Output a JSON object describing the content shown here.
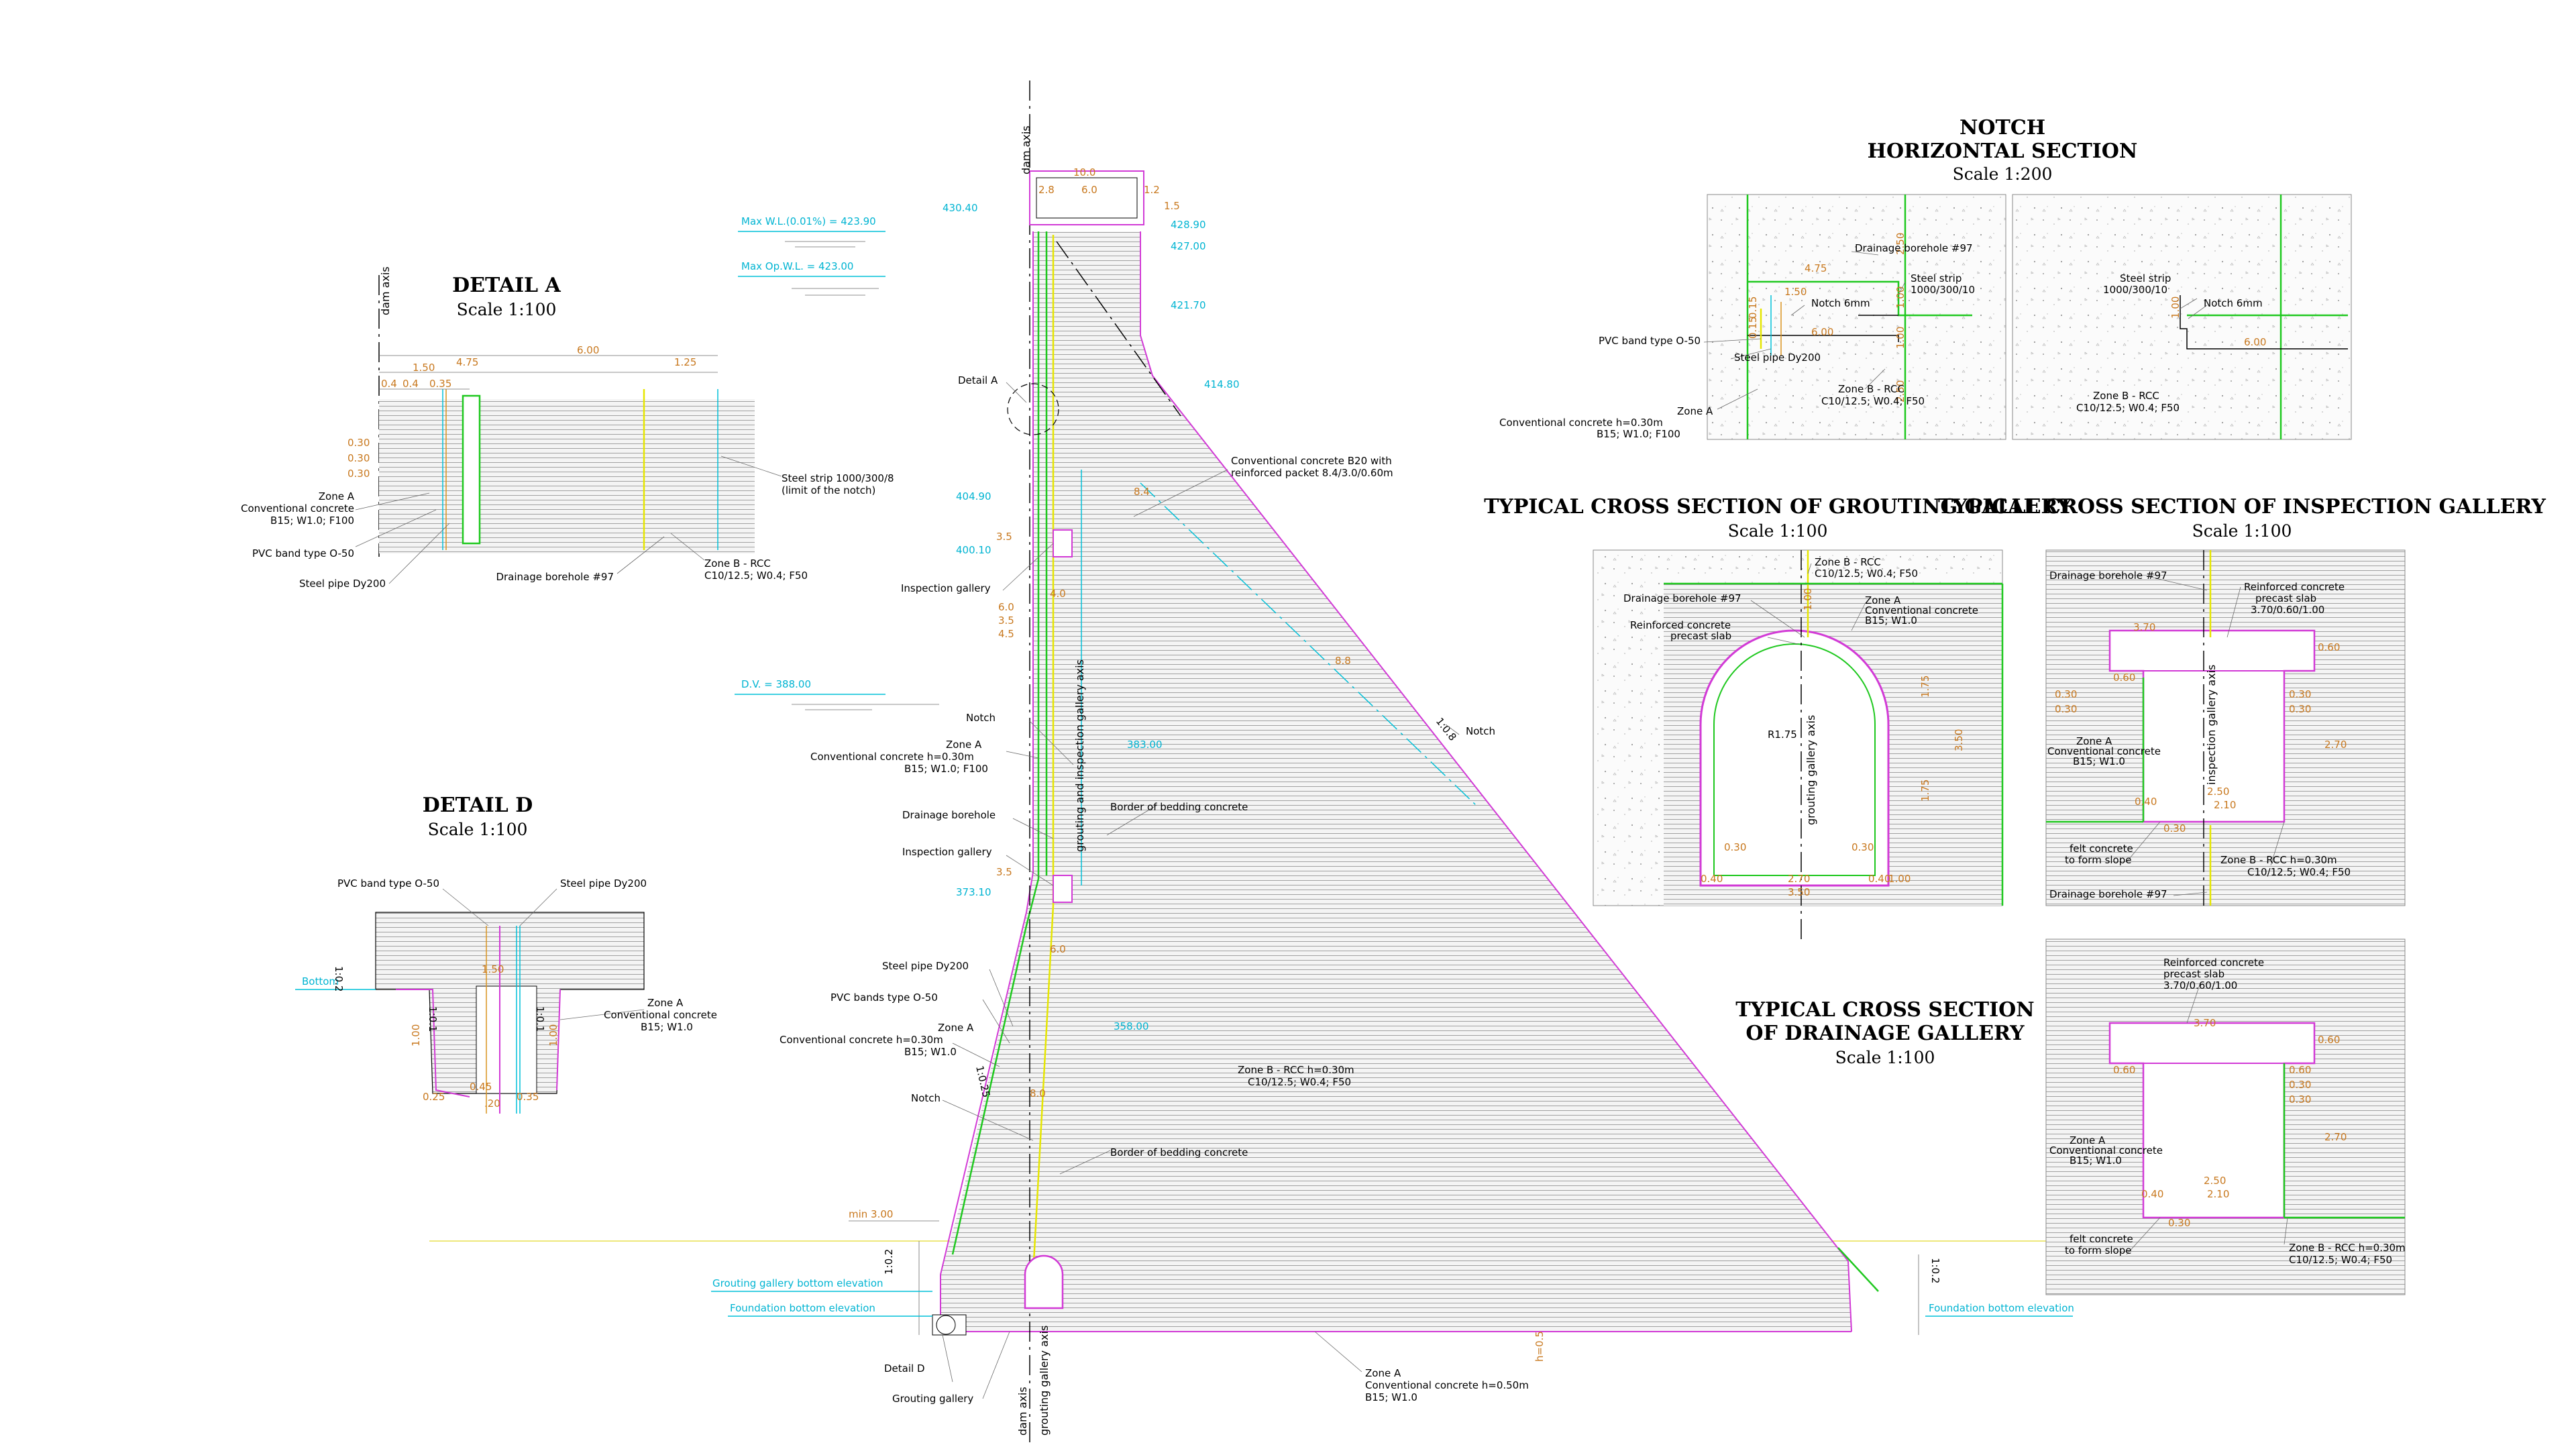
{
  "main_section": {
    "dam_axis_top": "dam axis",
    "dam_axis_bottom": "dam axis",
    "gallery_axis": "grouting gallery axis",
    "inspection_gallery_axis": "grouting and inspection gallery axis",
    "top_dims": [
      "10.0",
      "2.8",
      "6.0",
      "1.2",
      "1.5"
    ],
    "elevations": {
      "crest": "430.40",
      "el_428": "428.90",
      "el_427": "427.00",
      "el_421": "421.70",
      "el_414": "414.80",
      "el_404": "404.90",
      "el_400": "400.10",
      "el_383": "383.00",
      "el_373": "373.10",
      "el_358": "358.00",
      "max_wl": "Max W.L.(0.01%) = 423.90",
      "max_op_wl": "Max Op.W.L. = 423.00",
      "dv": "D.V. = 388.00",
      "grouting_bottom": "Grouting gallery bottom elevation",
      "foundation_bottom_left": "Foundation bottom elevation",
      "foundation_bottom_right": "Foundation bottom elevation",
      "bottom_detail_d": "Bottom"
    },
    "side_dims": [
      "3.5",
      "4.0",
      "6.0",
      "3.5",
      "4.5",
      "3.5",
      "6.0",
      "8.0",
      "8.4",
      "8.8"
    ],
    "min_dim": "min 3.00",
    "slope_downstream": "1:0.8",
    "slope_upstream": "1:0.25",
    "slope_left": "1:0.2",
    "slope_right": "1:0.2",
    "foundation_dim": "h=0.5",
    "labels": {
      "detail_a": "Detail A",
      "detail_d": "Detail D",
      "inspection_gallery_1": "Inspection gallery",
      "inspection_gallery_2": "Inspection gallery",
      "notch_1": "Notch",
      "notch_2": "Notch",
      "notch_3": "Notch",
      "zone_a_1": "Zone A",
      "zone_a_1b": "Conventional concrete h=0.30m",
      "zone_a_1c": "B15; W1.0; F100",
      "drainage_borehole": "Drainage borehole",
      "steel_pipe": "Steel pipe Dy200",
      "pvc_bands": "PVC bands type O-50",
      "zone_a_2": "Zone A",
      "zone_a_2b": "Conventional concrete h=0.30m",
      "zone_a_2c": "B15; W1.0",
      "conv_concrete_b20a": "Conventional concrete B20 with",
      "conv_concrete_b20b": "reinforced packet 8.4/3.0/0.60m",
      "border_bedding_1": "Border of bedding concrete",
      "border_bedding_2": "Border of bedding concrete",
      "zone_b": "Zone B - RCC h=0.30m",
      "zone_b2": "C10/12.5; W0.4; F50",
      "zone_a_found": "Zone A",
      "zone_a_found_b": "Conventional concrete h=0.50m",
      "zone_a_found_c": "B15; W1.0",
      "grouting_gallery": "Grouting gallery"
    }
  },
  "detail_a": {
    "title": "DETAIL A",
    "scale": "Scale 1:100",
    "axis": "dam axis",
    "dims": [
      "6.00",
      "1.50",
      "4.75",
      "1.25",
      "0.4",
      "0.4",
      "0.35",
      "0.30",
      "0.30",
      "0.30"
    ],
    "labels": [
      "Zone A",
      "Conventional concrete",
      "B15; W1.0; F100",
      "PVC band type O-50",
      "Steel pipe Dy200",
      "Drainage borehole #97",
      "Zone B - RCC",
      "C10/12.5; W0.4; F50",
      "Steel strip 1000/300/8",
      "(limit of the notch)"
    ]
  },
  "detail_d": {
    "title": "DETAIL D",
    "scale": "Scale 1:100",
    "dims": [
      "1.50",
      "1.00",
      "1.00",
      "0.25",
      "0.45",
      "0.35",
      ".20"
    ],
    "slopes": [
      "1:0.2",
      "1:0.1",
      "1:0.1"
    ],
    "labels": [
      "PVC band type O-50",
      "Steel pipe Dy200",
      "Zone A",
      "Conventional concrete",
      "B15; W1.0",
      "Bottom"
    ]
  },
  "notch": {
    "title": "NOTCH",
    "title2": "HORIZONTAL SECTION",
    "scale": "Scale 1:200",
    "dims_left": [
      "4.75",
      "1.50",
      "6.00",
      "2.50",
      "2.50",
      "1.00",
      "1.00",
      "0.15",
      "0.15"
    ],
    "dims_right": [
      "6.00",
      "1.00"
    ],
    "labels_left": [
      "Drainage borehole #97",
      "Steel strip",
      "1000/300/10",
      "Notch 6mm",
      "PVC band type O-50",
      "Steel pipe Dy200",
      "Zone A",
      "Conventional concrete h=0.30m",
      "B15; W1.0; F100",
      "Zone B - RCC",
      "C10/12.5; W0.4; F50"
    ],
    "labels_right": [
      "Steel strip",
      "1000/300/10",
      "Notch 6mm",
      "Zone B - RCC",
      "C10/12.5; W0.4; F50"
    ]
  },
  "grouting_gallery": {
    "title": "TYPICAL CROSS SECTION OF GROUTING GALLERY",
    "scale": "Scale 1:100",
    "axis": "grouting gallery axis",
    "dims": [
      "1.00",
      "1.75",
      "1.75",
      "3.50",
      "0.30",
      "0.30",
      "0.40",
      "2.70",
      "0.40",
      "3.50",
      "1.00"
    ],
    "radius": "R1.75",
    "labels": [
      "Zone B - RCC",
      "C10/12.5; W0.4; F50",
      "Drainage borehole #97",
      "Zone A",
      "Conventional concrete",
      "B15; W1.0",
      "Reinforced concrete",
      "precast slab"
    ]
  },
  "inspection_gallery": {
    "title": "TYPICAL CROSS SECTION OF INSPECTION GALLERY",
    "scale": "Scale 1:100",
    "axis": "inspection gallery axis",
    "dims": [
      "3.70",
      "0.60",
      "0.60",
      "0.30",
      "0.30",
      "0.30",
      "0.30",
      "2.70",
      "0.40",
      "2.10",
      "2.50",
      "0.30"
    ],
    "labels": [
      "Drainage borehole #97",
      "Reinforced concrete",
      "precast slab",
      "3.70/0.60/1.00",
      "Zone A",
      "Conventional concrete",
      "B15; W1.0",
      "felt concrete",
      "to form slope",
      "Zone B - RCC h=0.30m",
      "C10/12.5; W0.4; F50",
      "Drainage borehole #97"
    ]
  },
  "drainage_gallery": {
    "title": "TYPICAL CROSS SECTION",
    "title2": "OF DRAINAGE GALLERY",
    "scale": "Scale 1:100",
    "dims": [
      "3.70",
      "0.60",
      "0.60",
      "0.60",
      "0.30",
      "0.30",
      "2.70",
      "2.50",
      "0.40",
      "2.10",
      "0.30"
    ],
    "labels": [
      "Reinforced concrete",
      "precast slab",
      "3.70/0.60/1.00",
      "Zone A",
      "Conventional concrete",
      "B15; W1.0",
      "felt concrete",
      "to form slope",
      "Zone B - RCC h=0.30m",
      "C10/12.5; W0.4; F50"
    ]
  }
}
